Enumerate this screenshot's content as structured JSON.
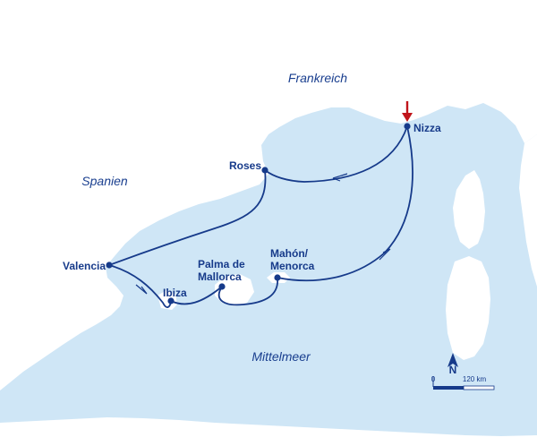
{
  "map": {
    "regions": {
      "france": "Frankreich",
      "spain": "Spanien",
      "sea": "Mittelmeer"
    },
    "ports": [
      {
        "id": "nizza",
        "label": "Nizza",
        "start": true
      },
      {
        "id": "roses",
        "label": "Roses"
      },
      {
        "id": "valencia",
        "label": "Valencia"
      },
      {
        "id": "ibiza",
        "label": "Ibiza"
      },
      {
        "id": "palma",
        "label_line1": "Palma de",
        "label_line2": "Mallorca"
      },
      {
        "id": "mahon",
        "label_line1": "Mahón/",
        "label_line2": "Menorca"
      }
    ],
    "route_order": [
      "Nizza",
      "Roses",
      "Valencia",
      "Ibiza",
      "Palma de Mallorca",
      "Mahón/Menorca",
      "Nizza"
    ],
    "compass": {
      "label": "N"
    },
    "scale_bar": {
      "min_label": "0",
      "max_label": "120 km"
    },
    "colors": {
      "sea": "#cfe6f6",
      "land": "#ffffff",
      "route": "#163a8a",
      "start_marker": "#c0151b"
    }
  }
}
